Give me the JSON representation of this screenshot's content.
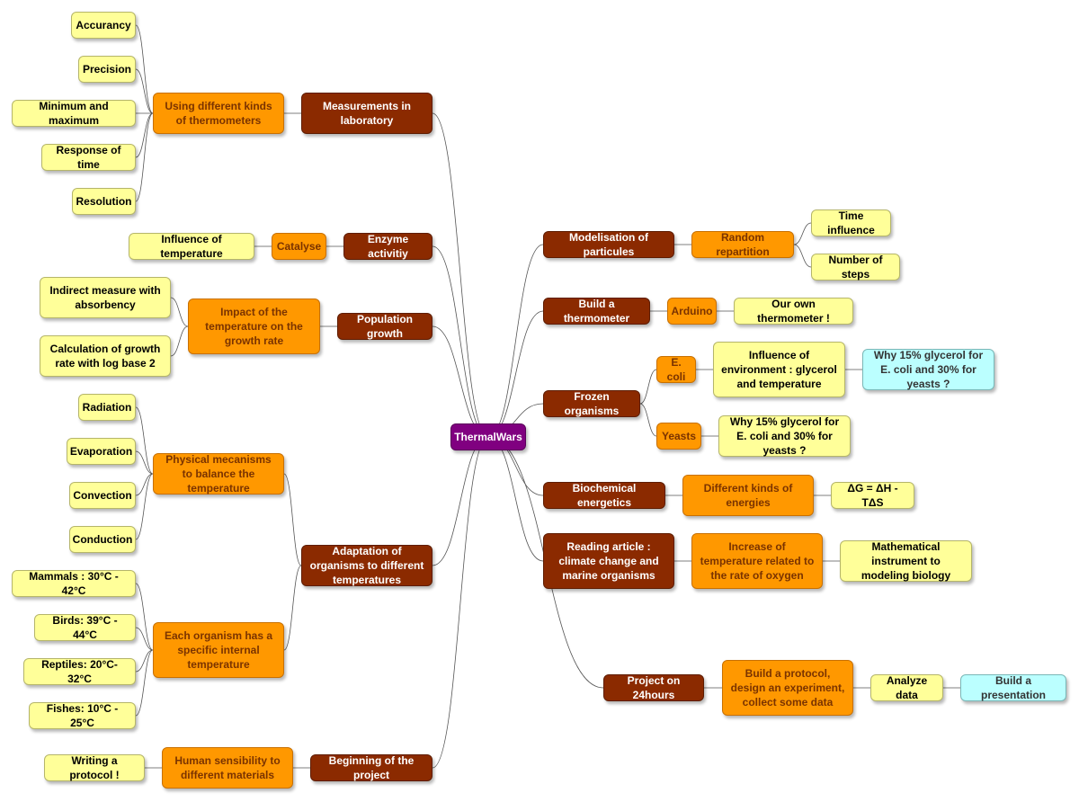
{
  "colors": {
    "root": "#800080",
    "main": "#8b2a00",
    "sub": "#ff9800",
    "leaf": "#ffff99",
    "tip": "#bbffff",
    "edge": "#555555"
  },
  "root": {
    "label": "ThermalWars"
  },
  "left": {
    "measurements": {
      "label": "Measurements in laboratory",
      "sub": "Using different kinds of thermometers",
      "leaves": [
        "Accurancy",
        "Precision",
        "Minimum and maximum",
        "Response of time",
        "Resolution"
      ]
    },
    "enzyme": {
      "label": "Enzyme activitiy",
      "sub": "Catalyse",
      "leaf": "Influence of temperature"
    },
    "population": {
      "label": "Population growth",
      "sub": "Impact of the temperature on the growth rate",
      "leaves": [
        "Indirect measure with absorbency",
        "Calculation of growth rate with log base 2"
      ]
    },
    "adaptation": {
      "label": "Adaptation of organisms to different temperatures",
      "physical": {
        "label": "Physical mecanisms to balance the temperature",
        "leaves": [
          "Radiation",
          "Evaporation",
          "Convection",
          "Conduction"
        ]
      },
      "internal": {
        "label": "Each organism has a specific internal temperature",
        "leaves": [
          "Mammals : 30°C - 42°C",
          "Birds: 39°C - 44°C",
          "Reptiles: 20°C- 32°C",
          "Fishes: 10°C - 25°C"
        ]
      }
    },
    "beginning": {
      "label": "Beginning of the project",
      "sub": "Human sensibility to different materials",
      "leaf": "Writing a protocol !"
    }
  },
  "right": {
    "modelisation": {
      "label": "Modelisation of particules",
      "sub": "Random repartition",
      "leaves": [
        "Time influence",
        "Number of steps"
      ]
    },
    "thermometer": {
      "label": "Build a thermometer",
      "sub": "Arduino",
      "leaf": "Our own thermometer !"
    },
    "frozen": {
      "label": "Frozen organisms",
      "ecoli": {
        "label": "E. coli",
        "leaf": "Influence of environment : glycerol and temperature",
        "tip": "Why 15% glycerol for E. coli and 30% for yeasts ?"
      },
      "yeasts": {
        "label": "Yeasts",
        "leaf": "Why 15% glycerol for E. coli and 30% for yeasts ?"
      }
    },
    "bioenergetics": {
      "label": "Biochemical energetics",
      "sub": "Different kinds of energies",
      "leaf": "ΔG =  ΔH - TΔS"
    },
    "article": {
      "label": "Reading article : climate change and marine organisms",
      "sub": "Increase of temperature related to the rate of oxygen",
      "leaf": "Mathematical instrument to modeling biology"
    },
    "project24": {
      "label": "Project on 24hours",
      "sub": "Build a protocol, design an experiment, collect some data",
      "leaf": "Analyze data",
      "tip": "Build a presentation"
    }
  }
}
